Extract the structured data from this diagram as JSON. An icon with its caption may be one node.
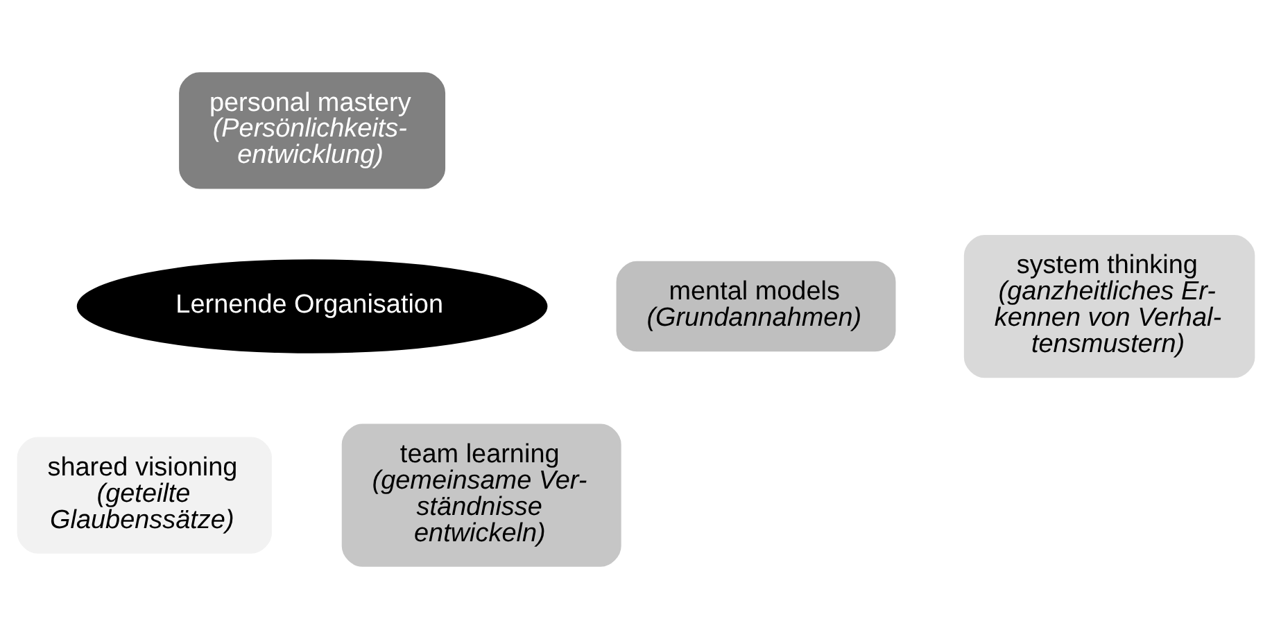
{
  "diagram": {
    "nodes": [
      {
        "text": [
          "personal mastery",
          "(Persönlichkeits- entwicklung)"
        ]
      },
      {
        "text": [
          "system thinking",
          "(ganzheitliches Er- kennen von Verhal- tensmustern)"
        ]
      },
      {
        "text": [
          "mental models",
          "(Grundannahmen)"
        ]
      },
      {
        "text": [
          "Lernende Organisation"
        ]
      },
      {
        "text": [
          "shared visioning",
          "(geteilte Glaubenssätze)"
        ]
      },
      {
        "text": [
          "team learning",
          "(gemeinsame Ver- ständnisse entwickeln)"
        ]
      }
    ],
    "edges": []
  }
}
